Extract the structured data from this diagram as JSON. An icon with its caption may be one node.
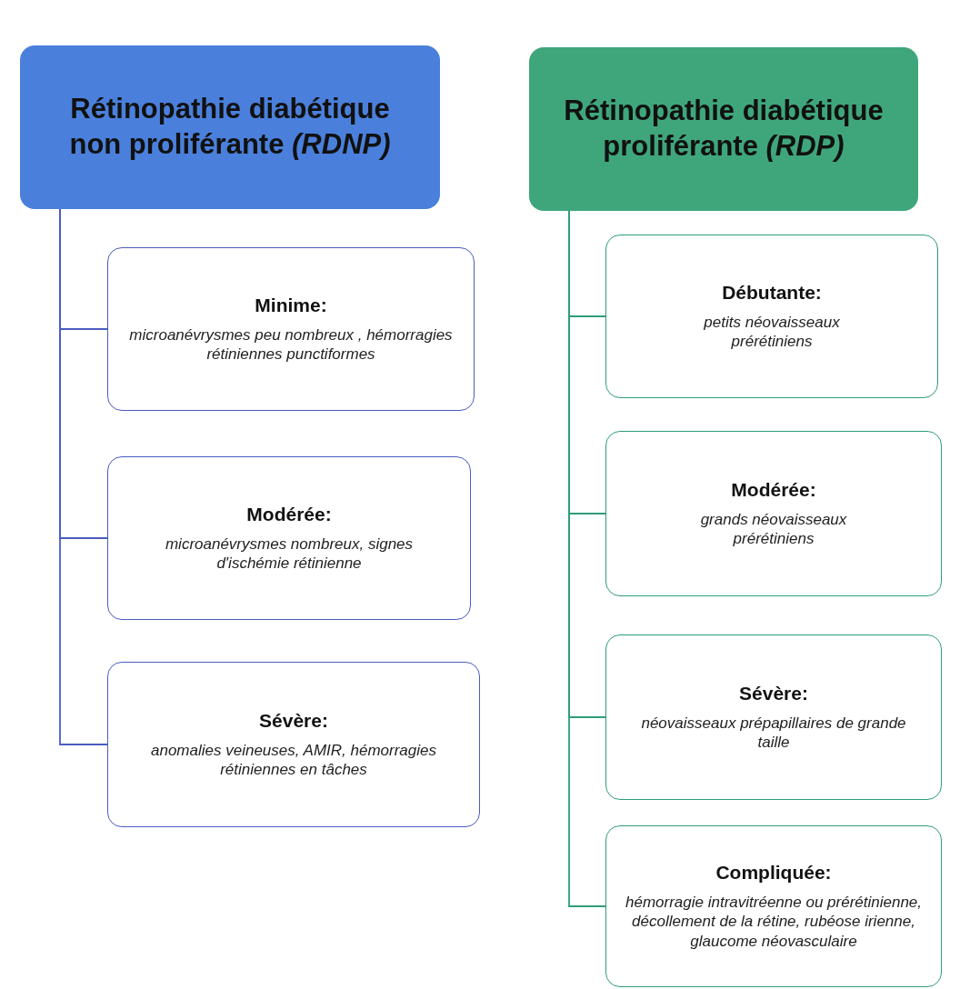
{
  "diagram": {
    "nodes": [
      {
        "text": [
          "Rétinopathie diabétique non proliférante *(RDNP)*"
        ]
      },
      {
        "text": [
          "Minime:",
          "microanévrysmes peu nombreux , hémorragies rétiniennes punctiformes"
        ]
      },
      {
        "text": [
          "Modérée:",
          "microanévrysmes nombreux, signes d'ischémie rétinienne"
        ]
      },
      {
        "text": [
          "Sévère:",
          "anomalies veineuses, AMIR, hémorragies rétiniennes en tâches"
        ]
      },
      {
        "text": [
          "Rétinopathie diabétique proliférante *(RDP)*"
        ]
      },
      {
        "text": [
          "Débutante:",
          "petits néovaisseaux prérétiniens"
        ]
      },
      {
        "text": [
          "Modérée:",
          "grands néovaisseaux prérétiniens"
        ]
      },
      {
        "text": [
          "Sévère:",
          "néovaisseaux prépapillaires de grande taille"
        ]
      },
      {
        "text": [
          "Compliquée:",
          "hémorragie intravitréenne ou prérétinienne, décollement de la rétine, rubéose irienne, glaucome néovasculaire"
        ]
      }
    ],
    "edges": [
      {
        "from": 0,
        "to": 1,
        "arrow": "none",
        "color": "#4a5cc0"
      },
      {
        "from": 0,
        "to": 2,
        "arrow": "none",
        "color": "#4a5cc0"
      },
      {
        "from": 0,
        "to": 3,
        "arrow": "none",
        "color": "#4a5cc0"
      },
      {
        "from": 4,
        "to": 5,
        "arrow": "none",
        "color": "#2f9e76"
      },
      {
        "from": 4,
        "to": 6,
        "arrow": "none",
        "color": "#2f9e76"
      },
      {
        "from": 4,
        "to": 7,
        "arrow": "none",
        "color": "#2f9e76"
      },
      {
        "from": 4,
        "to": 8,
        "arrow": "none",
        "color": "#2f9e76"
      }
    ]
  }
}
